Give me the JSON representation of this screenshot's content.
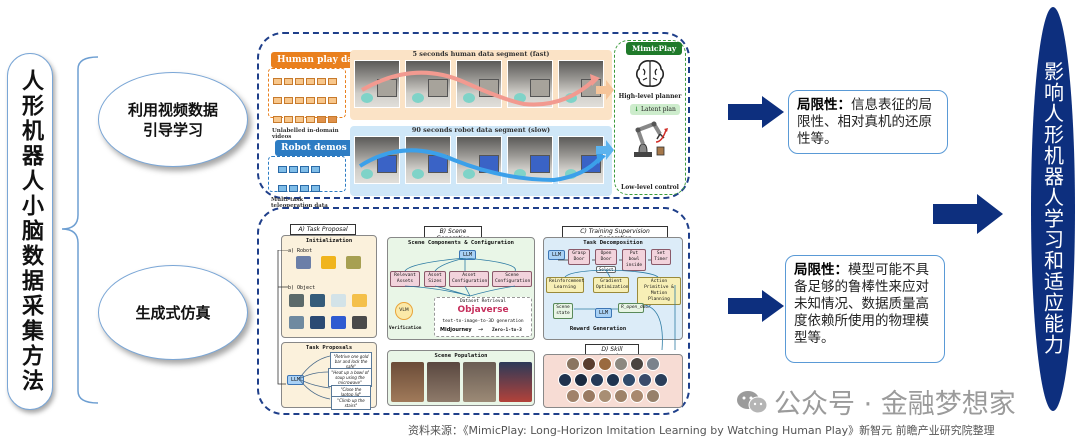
{
  "root": {
    "title": "人形机器人小脑数据采集方法"
  },
  "categories": [
    {
      "label_line1": "利用视频数据",
      "label_line2": "引导学习"
    },
    {
      "label_line1": "生成式仿真",
      "label_line2": ""
    }
  ],
  "mimicplay_figure": {
    "human_tag": "Human play data",
    "human_caption": "Unlabelled in-domain videos",
    "human_segment": "5 seconds human data segment (fast)",
    "robot_tag": "Robot demos",
    "robot_caption": "Multi-task teleoperation data",
    "robot_segment": "90 seconds robot data segment (slow)",
    "panel_title": "MimicPlay",
    "high_level": "High-level planner",
    "latent": "Latent plan",
    "low_level": "Low-level control",
    "colors": {
      "human": "#e9801e",
      "robot": "#2d7cc3",
      "mimicplay": "#1f7a2a"
    }
  },
  "gensim_figure": {
    "task_proposal": {
      "title": "A) Task Proposal",
      "init_title": "Initialization",
      "robot_label": "a) Robot",
      "object_label": "b) Object",
      "proposals_title": "Task Proposals",
      "llm": "LLM",
      "proposals": [
        "\"Retrive one gold bar and lock the safe\"",
        "\"Heat up a bowl of soup using the microwave\"",
        "\"Close the laptop lid\"",
        "\"Climb up the stairs\""
      ]
    },
    "scene_generation": {
      "title": "B) Scene Generation",
      "components_title": "Scene Components & Configuration",
      "llm": "LLM",
      "chips": [
        "Relevant Assets",
        "Asset Sizes",
        "Asset Configuration",
        "Scene Configuration"
      ],
      "vlm": "VLM",
      "verification": "Verification",
      "retrieval": "Dataset Retrieval",
      "objaverse": "Objaverse",
      "t2i": "text-to-image-to-3D generation",
      "midjourney": "Midjourney",
      "zero123": "Zero-1-to-3",
      "population_title": "Scene Population"
    },
    "training_supervision": {
      "title": "C) Training Supervision Generation",
      "decomp_title": "Task Decomposition",
      "llm": "LLM",
      "steps": [
        "Grasp Door",
        "Open Door",
        "Put bowl inside",
        "Set Timer"
      ],
      "select": "Select",
      "methods": [
        "Reinforcement Learning",
        "Gradient Optimization",
        "Action Primitive & Motion Planning"
      ],
      "scene_state": "Scene state",
      "reward": "R_open_door",
      "reward_title": "Reward Generation"
    },
    "skill_learning": {
      "title": "D) Skill Learning"
    }
  },
  "limitations": [
    {
      "label": "局限性：",
      "text": "信息表征的局限性、相对真机的还原性等。"
    },
    {
      "label": "局限性：",
      "text": "模型可能不具备足够的鲁棒性来应对未知情况、数据质量高度依赖所使用的物理模型等。"
    }
  ],
  "result": {
    "text": "影响人形机器人学习和适应能力"
  },
  "footer": {
    "source": "资料来源：《MimicPlay: Long-Horizon Imitation Learning by Watching Human Play》新智元 前瞻产业研究院整理",
    "watermark": "公众号 · 金融梦想家"
  },
  "colors": {
    "arrow": "#0d2f7e",
    "ellipse": "#0d2f7e",
    "outline": "#5a9ad6"
  }
}
